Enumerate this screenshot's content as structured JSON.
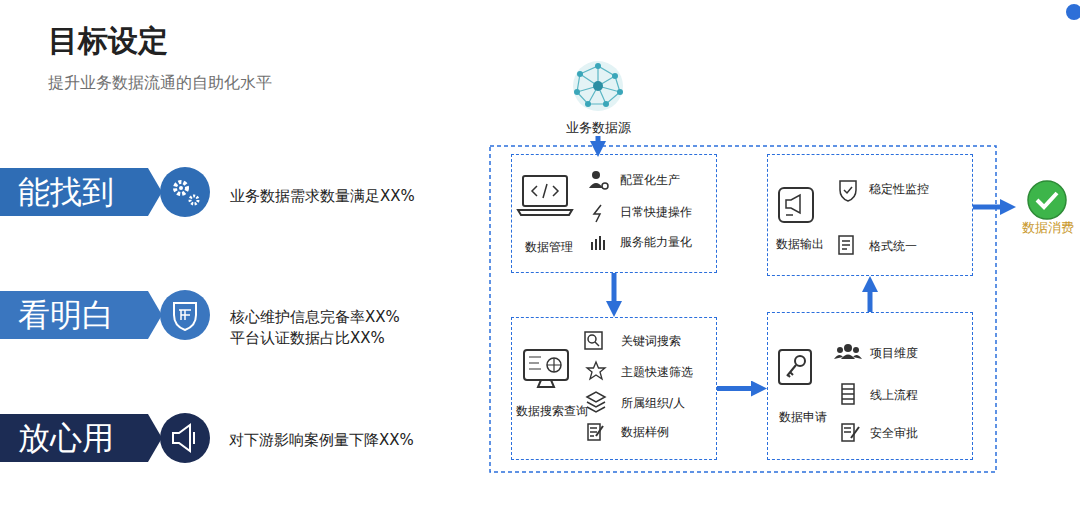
{
  "diagram": {
    "title": "目标设定",
    "nodes": [
      {
        "text": [
          "能找到"
        ]
      },
      {
        "text": [
          "看明白"
        ]
      },
      {
        "text": [
          "放心用"
        ]
      },
      {
        "text": [
          "业务数据源"
        ]
      },
      {
        "text": [
          "数据管理",
          "配置化生产",
          "日常快捷操作",
          "服务能力量化"
        ]
      },
      {
        "text": [
          "数据搜索查询",
          "关键词搜索",
          "主题快速筛选",
          "所属组织/人",
          "数据样例"
        ]
      },
      {
        "text": [
          "数据申请",
          "项目维度",
          "线上流程",
          "安全审批"
        ]
      },
      {
        "text": [
          "数据输出",
          "稳定性监控",
          "格式统一"
        ]
      },
      {
        "text": [
          "数据消费"
        ]
      }
    ],
    "edges": [
      {
        "from": 3,
        "to": 4,
        "arrow": "to"
      },
      {
        "from": 4,
        "to": 5,
        "arrow": "to"
      },
      {
        "from": 5,
        "to": 6,
        "arrow": "to"
      },
      {
        "from": 6,
        "to": 7,
        "arrow": "to"
      },
      {
        "from": 7,
        "to": 8,
        "arrow": "to"
      }
    ],
    "labels": [
      "提升业务数据流通的自助化水平",
      "业务数据需求数量满足XX%",
      "核心维护信息完备率XX%",
      "平台认证数据占比XX%",
      "对下游影响案例量下降XX%"
    ]
  }
}
